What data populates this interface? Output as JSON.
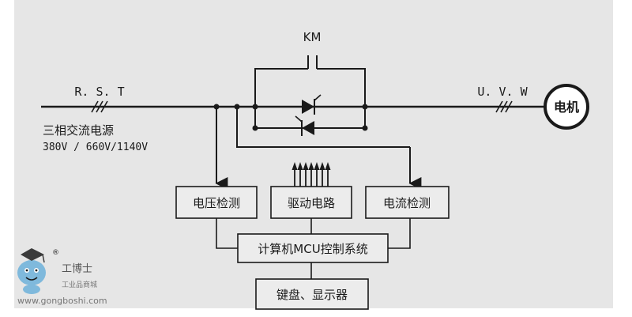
{
  "diagram": {
    "labels": {
      "km": "KM",
      "rst": "R. S. T",
      "uvw": "U. V. W",
      "supply_title": "三相交流电源",
      "supply_voltages": "380V / 660V/1140V",
      "motor": "电机"
    },
    "blocks": {
      "voltage_detect": "电压检测",
      "drive_circuit": "驱动电路",
      "current_detect": "电流检测",
      "mcu_control": "计算机MCU控制系统",
      "keyboard_display": "键盘、显示器"
    },
    "watermark": {
      "brand": "工博士",
      "tagline": "工业品商城",
      "url": "www.gongboshi.com",
      "registered": "®"
    },
    "colors": {
      "background": "#e6e6e6",
      "line": "#1a1a1a",
      "box_fill": "#ececec"
    }
  }
}
